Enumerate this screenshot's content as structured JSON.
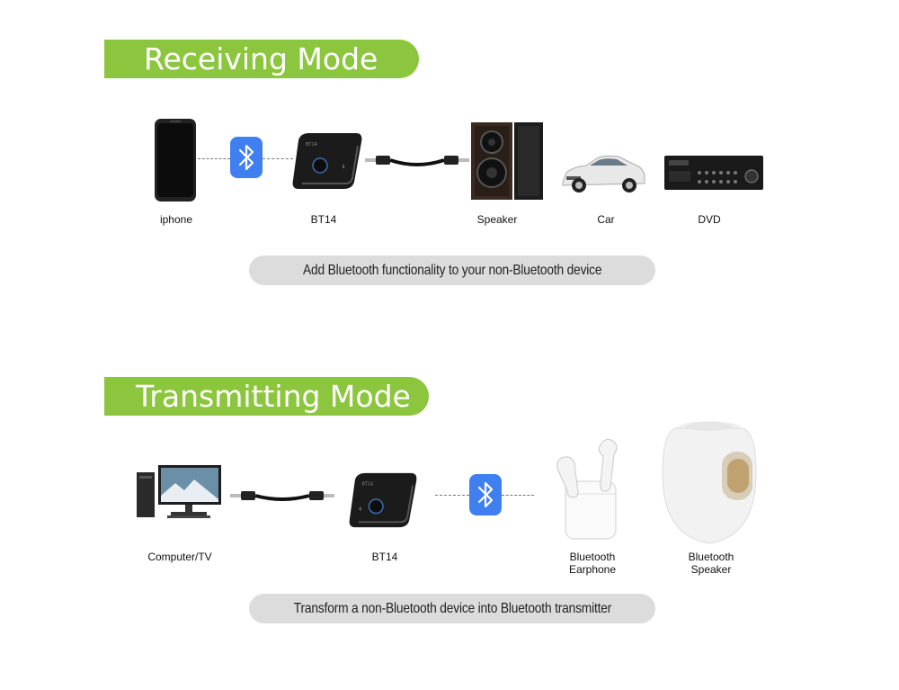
{
  "receiving": {
    "title": "Receiving Mode",
    "caption": "Add Bluetooth functionality to your non-Bluetooth device",
    "devices": {
      "phone": "iphone",
      "adapter": "BT14",
      "speaker": "Speaker",
      "car": "Car",
      "dvd": "DVD"
    }
  },
  "transmitting": {
    "title": "Transmitting Mode",
    "caption": "Transform a non-Bluetooth device into Bluetooth transmitter",
    "devices": {
      "computer": "Computer/TV",
      "adapter": "BT14",
      "earphone_line1": "Bluetooth",
      "earphone_line2": "Earphone",
      "bt_speaker_line1": "Bluetooth",
      "bt_speaker_line2": "Speaker"
    }
  },
  "colors": {
    "banner_green": "#8cc63f",
    "bluetooth_blue": "#3f7ff0",
    "caption_gray": "#dcdcdc"
  },
  "icons": [
    "bluetooth-icon",
    "smartphone-icon",
    "adapter-icon",
    "audio-cable-icon",
    "speaker-icon",
    "car-icon",
    "amplifier-icon",
    "computer-icon",
    "earbuds-icon",
    "smart-speaker-icon"
  ]
}
